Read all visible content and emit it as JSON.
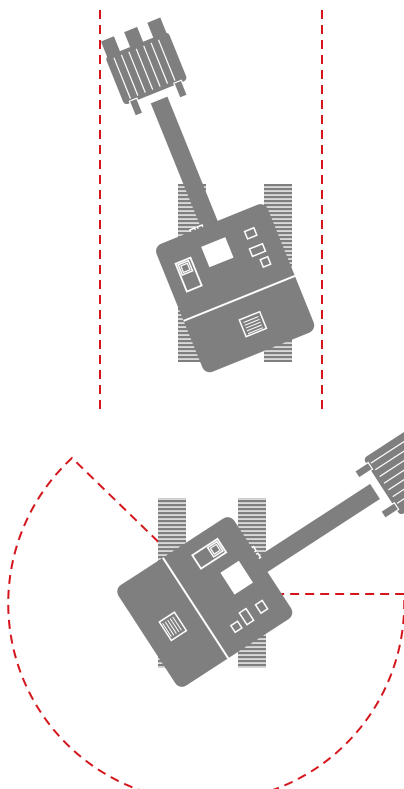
{
  "colors": {
    "machine": "#7f7f7f",
    "track_stripe": "#ffffff",
    "outline": "#ffffff",
    "boundary": "#d4161c",
    "background": "#ffffff"
  },
  "figures": [
    {
      "id": "straight-travel",
      "boundary_type": "parallel-lines",
      "machine_icon": "tracked-excavator-icon"
    },
    {
      "id": "swing-radius",
      "boundary_type": "circular-sector",
      "machine_icon": "tracked-excavator-icon"
    }
  ]
}
